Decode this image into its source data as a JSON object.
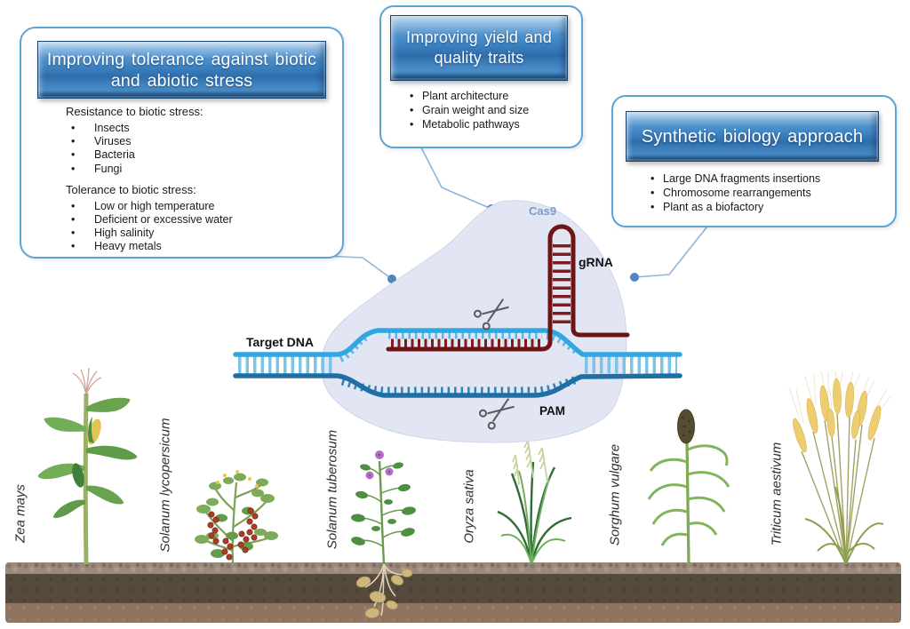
{
  "callouts": {
    "stress": {
      "title": "Improving tolerance against biotic and abiotic stress",
      "sections": [
        {
          "heading": "Resistance to biotic stress:",
          "items": [
            "Insects",
            "Viruses",
            "Bacteria",
            "Fungi"
          ]
        },
        {
          "heading": "Tolerance to biotic stress:",
          "items": [
            "Low or high temperature",
            "Deficient or excessive water",
            "High salinity",
            "Heavy metals"
          ]
        }
      ]
    },
    "yield": {
      "title": "Improving yield and quality traits",
      "items": [
        "Plant architecture",
        "Grain weight and size",
        "Metabolic pathways"
      ]
    },
    "synthetic": {
      "title": "Synthetic biology approach",
      "items": [
        "Large DNA fragments insertions",
        "Chromosome rearrangements",
        "Plant as a biofactory"
      ]
    }
  },
  "diagram": {
    "cas9": "Cas9",
    "grna": "gRNA",
    "target_dna": "Target DNA",
    "pam": "PAM"
  },
  "plants": [
    {
      "name": "Zea mays"
    },
    {
      "name": "Solanum lycopersicum"
    },
    {
      "name": "Solanum tuberosum"
    },
    {
      "name": "Oryza sativa"
    },
    {
      "name": "Sorghum vulgare"
    },
    {
      "name": "Triticum aestivum"
    }
  ],
  "colors": {
    "callout_border": "#5ca4d4",
    "header_blue": "#4288c6",
    "header_dark": "#16466f",
    "connector": "#8fb4d9",
    "connector_dot": "#4d86c0",
    "cas9_blob": "#e2e6f4",
    "dna_top_strand": "#2fa8e1",
    "dna_bottom_strand": "#1f6fa3",
    "grna_red": "#6e1414",
    "cas9_label_color": "#7e9bc7",
    "soil_pebble": "#9c8a7c",
    "soil_dark": "#564a3d",
    "soil_light": "#8f7560"
  }
}
